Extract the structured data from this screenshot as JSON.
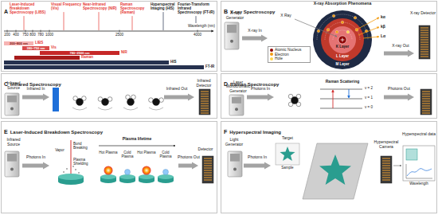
{
  "diagram": {
    "nodes": [
      {
        "text": [
          "A"
        ]
      },
      {
        "text": [
          "B",
          "X-ray Spectroscopy"
        ]
      },
      {
        "text": [
          "C",
          "Infrared Spectroscopy"
        ]
      },
      {
        "text": [
          "D",
          "Raman Spectroscopy"
        ]
      },
      {
        "text": [
          "E",
          "Laser-Induced Breakdown Spectroscopy"
        ]
      },
      {
        "text": [
          "F",
          "Hyperspectral Imaging"
        ]
      }
    ],
    "labels": [
      "Laser-Induced Breakdown Spectroscopy (LIBS)",
      "Visual Frequency (Vis)",
      "Near-Infrared Spectroscopy (NIR)",
      "Raman Spectroscopy (Raman)",
      "Hyperspectral Imaging (HIS)",
      "Fourier-Transform Infrared Spectroscopy (FT-IR)",
      "Wavelength (nm)",
      "200",
      "400",
      "750",
      "800",
      "780",
      "1000",
      "2500",
      "4000",
      "200~800 nm",
      "LIBS",
      "380~750 nm",
      "Vis",
      "780~2500 nm",
      "NIR",
      "Raman",
      "HIS",
      "FT-IR",
      "X-ray Generator",
      "X-ray In",
      "X-ray Absorption Phenomena",
      "X Ray",
      "K Layer",
      "L Layer",
      "M Layer",
      "kα",
      "kβ",
      "Lα",
      "X-ray Out",
      "X-ray Detector",
      "Infrared Source",
      "Infrared In",
      "Infrared Out",
      "Infrared Detector",
      "Laser Monocromatic Generator",
      "Photons In",
      "Raman Scattering",
      "v = 2",
      "v = 1",
      "v = 0",
      "Photons Out",
      "Infrared Source",
      "Photons In",
      "Vapor",
      "Bond Breaking",
      "Plasma Shielding",
      "Plasma lifetime",
      "Hot Plasma",
      "Cold Plasma",
      "Hot Plasma",
      "Cold Plasma",
      "Photons Out",
      "Detector",
      "Light Generator",
      "Photons In",
      "Target",
      "Sample",
      "Hyperspectral Camera",
      "Hyperspectral data",
      "Wavelength"
    ],
    "legend": [
      {
        "text": "Atomic Nucleus",
        "color": "#8e0000"
      },
      {
        "text": "Electron",
        "color": "#f39c12"
      },
      {
        "text": "Hole",
        "color": "#ffd54f"
      }
    ]
  }
}
